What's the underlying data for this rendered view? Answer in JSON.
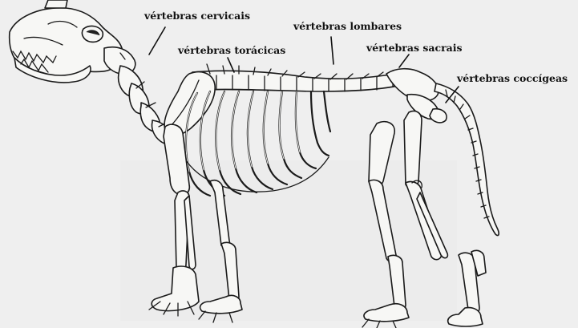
{
  "labels": {
    "cervical": "vértebras cervicais",
    "thoracic": "vértebras torácicas",
    "lumbar": "vértebras lombares",
    "sacral": "vértebras sacrais",
    "coccygeal": "vértebras coccígeas"
  },
  "colors": {
    "background": "#f1f1f1",
    "bone_fill": "#f7f7f5",
    "outline": "#1a1a1a"
  }
}
